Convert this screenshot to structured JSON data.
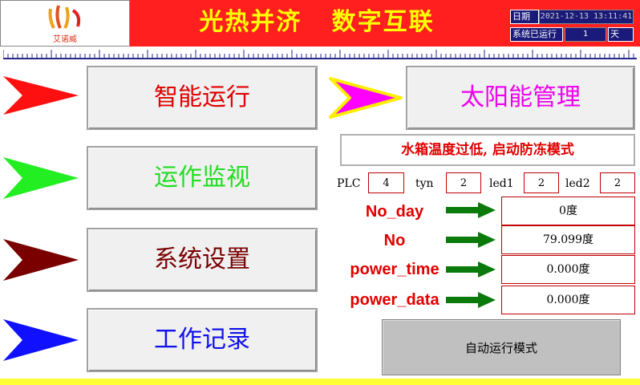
{
  "header": {
    "logo_text": "艾诺威",
    "title": "光热并济   数字互联",
    "date_label": "日期",
    "date_value": "2021-12-13 13:11:41",
    "run_label": "系统已运行",
    "run_value": "1",
    "run_unit": "天"
  },
  "nav": {
    "smart_run": "智能运行",
    "monitor": "运作监视",
    "settings": "系统设置",
    "records": "工作记录",
    "solar": "太阳能管理"
  },
  "alarm": "水箱温度过低, 启动防冻模式",
  "status": {
    "plc_label": "PLC",
    "plc_value": "4",
    "tyn_label": "tyn",
    "tyn_value": "2",
    "led1_label": "led1",
    "led1_value": "2",
    "led2_label": "led2",
    "led2_value": "2"
  },
  "data": {
    "no_day_label": "No_day",
    "no_day_value": "0度",
    "no_label": "No",
    "no_value": "79.099度",
    "power_time_label": "power_time",
    "power_time_value": "0.000度",
    "power_data_label": "power_data",
    "power_data_value": "0.000度"
  },
  "mode_button": "自动运行模式",
  "colors": {
    "header_bg": "#ff1f1f",
    "title": "#ffff00",
    "arrow_red": "#ff1010",
    "arrow_green": "#22ee22",
    "arrow_maroon": "#7a0000",
    "arrow_blue": "#1010ff",
    "arrow_magenta": "#ff00ff",
    "data_arrow": "#0a7a0a"
  }
}
